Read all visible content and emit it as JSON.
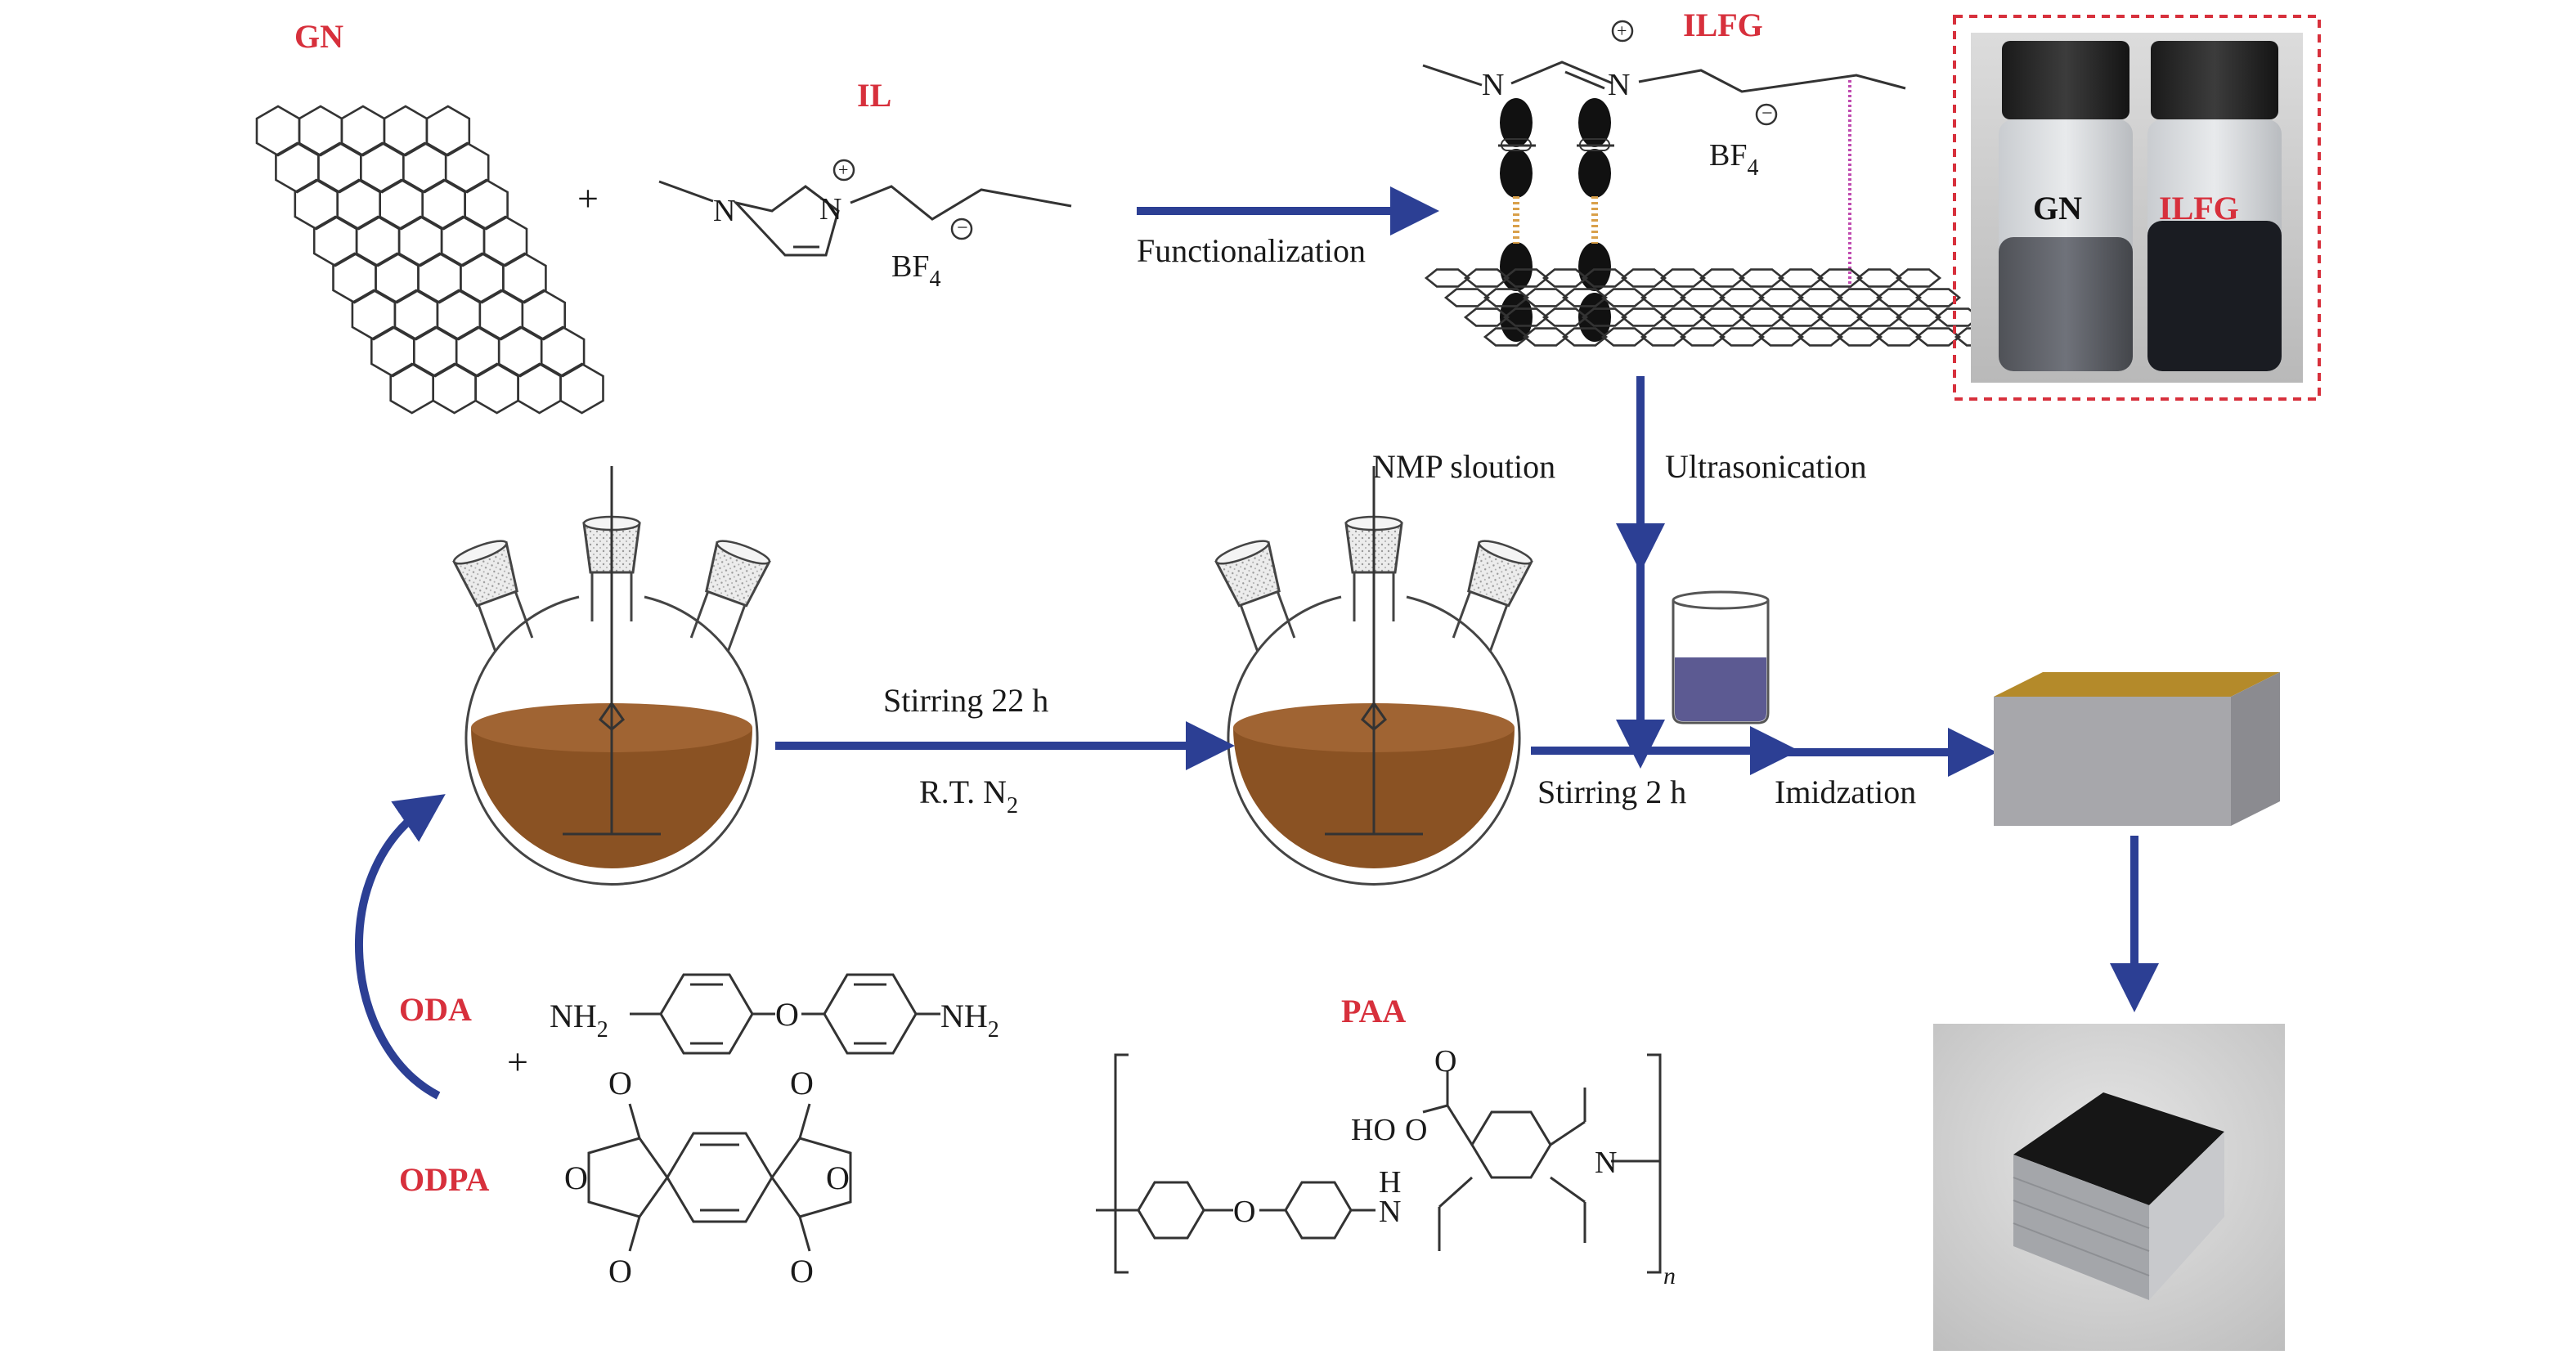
{
  "labels": {
    "gn": "GN",
    "il": "IL",
    "ilfg": "ILFG",
    "plus": "+",
    "n": "N",
    "bf4": "BF",
    "bf4_sub": "4",
    "functionalization": "Functionalization",
    "nmp": "NMP sloution",
    "ultrasonication": "Ultrasonication",
    "stirring22": "Stirring 22 h",
    "rt": "R.T. N",
    "rt_sub": "2",
    "stirring2": "Stirring 2 h",
    "imidization": "Imidzation",
    "oda": "ODA",
    "odpa": "ODPA",
    "paa": "PAA",
    "nh2": "NH",
    "nh2_sub": "2",
    "o": "O",
    "ho": "HO",
    "h": "H",
    "n_index": "n",
    "vial_gn": "GN",
    "vial_ilfg": "ILFG"
  },
  "colors": {
    "label_red": "#d7303c",
    "arrow_blue": "#2c3f94",
    "solution_brown": "#8a5223",
    "block_top": "#b48a2a",
    "block_side": "#9a9a9e",
    "beaker_liquid": "#5c5a92",
    "pi_orbital": "#111111",
    "hbond_orange": "#d9a04a",
    "link_magenta": "#c04ab0"
  },
  "icons": {
    "flask": "three-neck-flask-icon",
    "beaker": "beaker-icon",
    "block": "composite-block-icon"
  }
}
